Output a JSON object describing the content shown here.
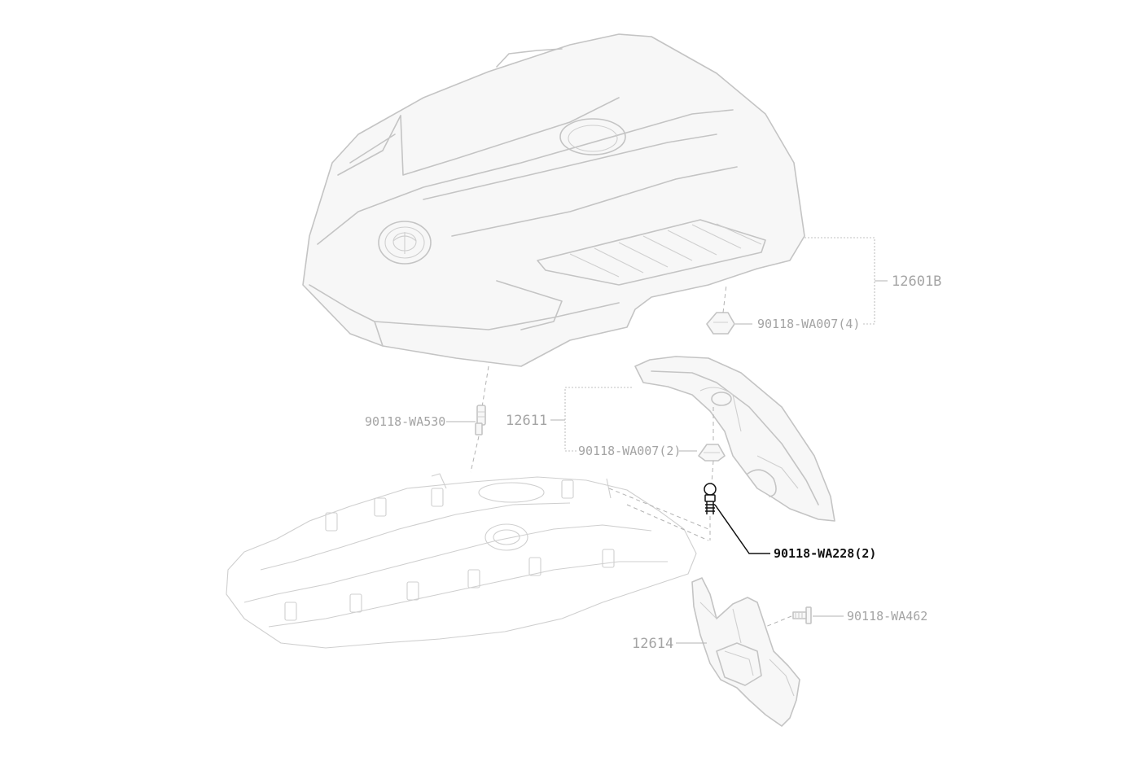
{
  "diagram": {
    "labels": {
      "engine_cover": "12601B",
      "engine_cover_clip": "90118-WA007(4)",
      "stud_left": "90118-WA530",
      "side_cover": "12611",
      "side_cover_clip": "90118-WA007(2)",
      "highlighted_stud": "90118-WA228(2)",
      "lower_bracket": "12614",
      "lower_bolt": "90118-WA462"
    },
    "highlighted_part": "90118-WA228(2)",
    "colors": {
      "highlight": "#111111",
      "faded_text": "#a4a4a4",
      "linework": "#c4c4c4"
    }
  }
}
